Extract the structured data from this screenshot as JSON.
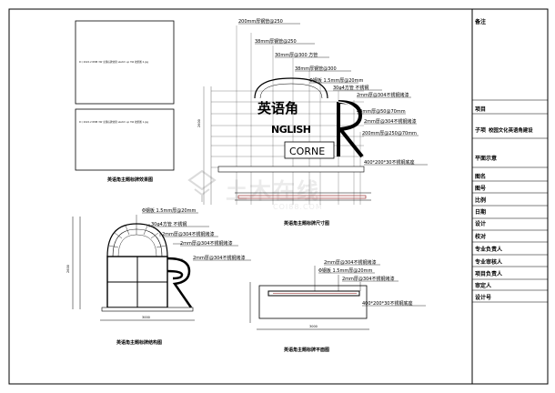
{
  "image_panels": {
    "top_caption": "英语角主题标牌效果图",
    "ref1": "D:\\ 2022.2 RMB 3W 主题标牌效果 sketch up 3W 效果图 2.jpg",
    "ref2": "D:\\ 2022.2 RMB 3W 主题标牌效果 sketch up 3W 效果图 1.jpg"
  },
  "elevation": {
    "caption": "英语角主题标牌尺寸图",
    "sign_cn": "英语角",
    "sign_en1": "NGLISH",
    "sign_en2": "CORNE",
    "callouts": [
      "200mm厚钢管@250",
      "38mm厚钢管@250",
      "30mm厚@300 方管",
      "38mm厚钢管@300",
      "Φ钢板 1.5mm厚@20mm",
      "30φ4方管 不锈钢",
      "2mm厚@304不锈钢烤漆",
      "40mm厚@50@70mm",
      "2mm厚@304不锈钢烤漆",
      "200mm厚@250@70mm",
      "400*200*30不锈钢底座"
    ]
  },
  "structure": {
    "caption": "英语角主题标牌结构图",
    "callouts": [
      "Φ钢板 1.5mm厚@20mm",
      "30φ4方管 不锈钢",
      "2mm厚@304不锈钢烤漆",
      "2mm厚@304不锈钢烤漆",
      "2mm厚@304不锈钢烤漆"
    ]
  },
  "plan": {
    "caption": "英语角主题标牌平面图",
    "callouts": [
      "2mm厚@304不锈钢烤漆",
      "Φ钢板 1.5mm厚@20mm",
      "2mm厚@304不锈钢烤漆",
      "400*200*30不锈钢底座"
    ]
  },
  "title_block": {
    "rows": [
      {
        "key": "remark",
        "label": "备注",
        "value": ""
      },
      {
        "key": "item",
        "label": "项目",
        "value": ""
      },
      {
        "key": "subitem",
        "label": "子项",
        "value": "校园文化英语角建设"
      },
      {
        "key": "plan",
        "label": "平面示意",
        "value": ""
      },
      {
        "key": "drawing_name",
        "label": "图名",
        "value": ""
      },
      {
        "key": "drawing_no",
        "label": "图号",
        "value": ""
      },
      {
        "key": "scale",
        "label": "比例",
        "value": ""
      },
      {
        "key": "date",
        "label": "日期",
        "value": ""
      },
      {
        "key": "design",
        "label": "设计",
        "value": ""
      },
      {
        "key": "check",
        "label": "校对",
        "value": ""
      },
      {
        "key": "specialty_lead",
        "label": "专业负责人",
        "value": ""
      },
      {
        "key": "specialty_review",
        "label": "专业审核人",
        "value": ""
      },
      {
        "key": "project_lead",
        "label": "项目负责人",
        "value": ""
      },
      {
        "key": "approve",
        "label": "审定人",
        "value": ""
      },
      {
        "key": "design_no",
        "label": "设计号",
        "value": ""
      }
    ]
  },
  "watermark": {
    "text": "土木在线",
    "subtext": "COI88.COM"
  },
  "colors": {
    "dim_line": "#6a6a6a",
    "callout_box": "#d04040",
    "grid": "#555555",
    "frame": "#000000",
    "ruler": "#8a1010"
  }
}
